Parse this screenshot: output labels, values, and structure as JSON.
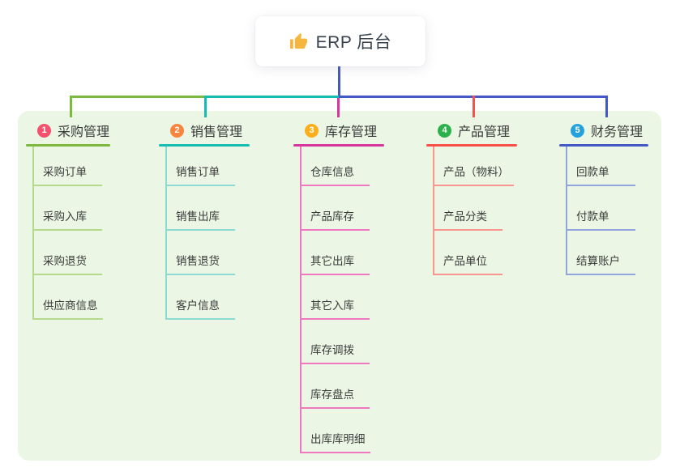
{
  "root": {
    "title": "ERP 后台",
    "icon": "thumbs-up-icon",
    "icon_color": "#f5b63f",
    "connector_color": "#4459c7"
  },
  "canvas": {
    "panel_bg": "#ebf6e4",
    "background": "#ffffff"
  },
  "branches": [
    {
      "num": "1",
      "title": "采购管理",
      "badge_color": "#f4516f",
      "line_color": "#7cb93e",
      "sub_line_color": "#b5da8c",
      "items": [
        "采购订单",
        "采购入库",
        "采购退货",
        "供应商信息"
      ]
    },
    {
      "num": "2",
      "title": "销售管理",
      "badge_color": "#f8843d",
      "line_color": "#14bcb2",
      "sub_line_color": "#8cdad2",
      "items": [
        "销售订单",
        "销售出库",
        "销售退货",
        "客户信息"
      ]
    },
    {
      "num": "3",
      "title": "库存管理",
      "badge_color": "#fcaf1b",
      "line_color": "#d8359e",
      "sub_line_color": "#ee79c0",
      "items": [
        "仓库信息",
        "产品库存",
        "其它出库",
        "其它入库",
        "库存调拨",
        "库存盘点",
        "出库库明细"
      ]
    },
    {
      "num": "4",
      "title": "产品管理",
      "badge_color": "#2bb14c",
      "line_color": "#f8514a",
      "sub_line_color": "#f9958f",
      "items": [
        "产品（物料）",
        "产品分类",
        "产品单位"
      ]
    },
    {
      "num": "5",
      "title": "财务管理",
      "badge_color": "#25a2de",
      "line_color": "#4459c7",
      "sub_line_color": "#92a6dc",
      "items": [
        "回款单",
        "付款单",
        "结算账户"
      ]
    }
  ]
}
